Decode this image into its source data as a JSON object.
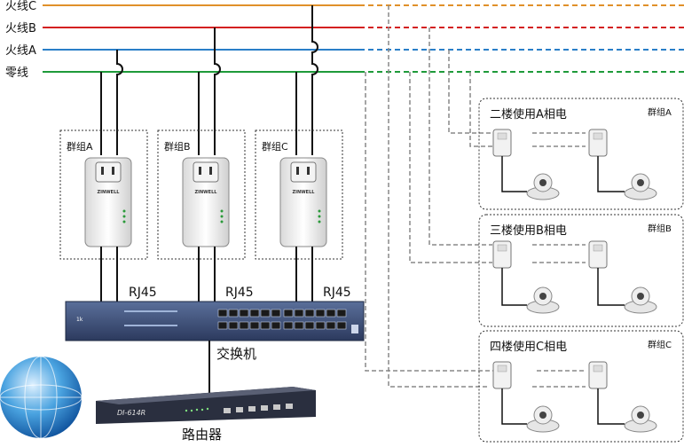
{
  "power_lines": {
    "phase_c": {
      "label": "火线C",
      "color": "#e0902a"
    },
    "phase_b": {
      "label": "火线B",
      "color": "#d42020"
    },
    "phase_a": {
      "label": "火线A",
      "color": "#2a7fc8"
    },
    "neutral": {
      "label": "零线",
      "color": "#1f9a3a"
    }
  },
  "groups": [
    {
      "label": "群组A"
    },
    {
      "label": "群组B"
    },
    {
      "label": "群组C"
    }
  ],
  "adapter_brand": "ZINWELL",
  "rj45_label": "RJ45",
  "switch": {
    "label": "交换机",
    "badge": "1k"
  },
  "router": {
    "label": "路由器",
    "model": "DI-614R"
  },
  "floors": [
    {
      "title": "二楼使用A相电",
      "group": "群组A"
    },
    {
      "title": "三楼使用B相电",
      "group": "群组B"
    },
    {
      "title": "四楼使用C相电",
      "group": "群组C"
    }
  ]
}
